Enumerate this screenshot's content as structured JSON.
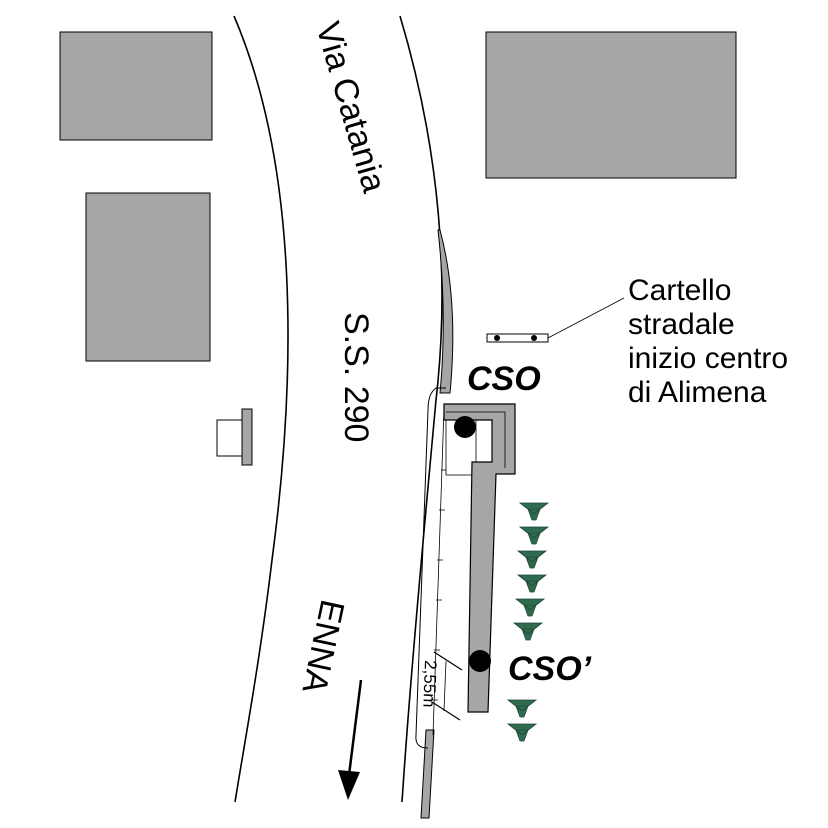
{
  "labels": {
    "street_name": "Via Catania",
    "road_code": "S.S. 290",
    "direction": "ENNA",
    "cso": "CSO",
    "cso_prime": "CSO’",
    "distance": "2,55m",
    "sign_line1": "Cartello",
    "sign_line2": "stradale",
    "sign_line3": "inizio centro",
    "sign_line4": "di Alimena"
  },
  "colors": {
    "building": "#a6a6a6",
    "barrier": "#a6a6a6",
    "outline": "#000000",
    "background": "#ffffff",
    "vegetation": "#2e6b4f"
  },
  "icons": {
    "direction_arrow": "arrow-down-icon",
    "measurement_point": "filled-circle-icon",
    "tree": "tree-icon"
  }
}
